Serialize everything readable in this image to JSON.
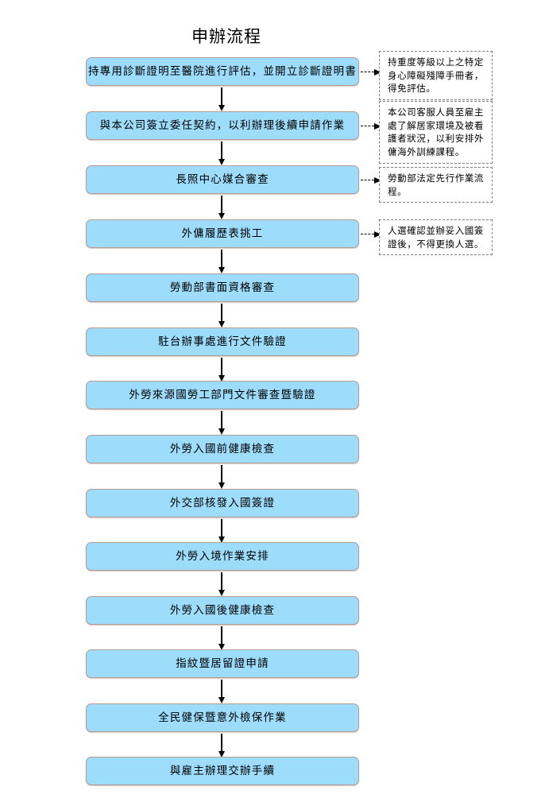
{
  "page": {
    "title": "申辦流程",
    "colors": {
      "box_fill": "#9DDCFB",
      "box_border": "#b79a92",
      "note_border": "#7d7d7d",
      "connector": "#000000",
      "background": "#ffffff",
      "text": "#000000"
    }
  },
  "chart_data": {
    "type": "diagram",
    "title": "申辦流程",
    "orientation": "vertical-top-to-bottom",
    "steps": [
      {
        "index": 1,
        "label": "持專用診斷證明至醫院進行評估，並開立診斷證明書"
      },
      {
        "index": 2,
        "label": "與本公司簽立委任契約，以利辦理後續申請作業"
      },
      {
        "index": 3,
        "label": "長照中心媒合審查"
      },
      {
        "index": 4,
        "label": "外傭履歷表挑工"
      },
      {
        "index": 5,
        "label": "勞動部書面資格審查"
      },
      {
        "index": 6,
        "label": "駐台辦事處進行文件驗證"
      },
      {
        "index": 7,
        "label": "外勞來源國勞工部門文件審查暨驗證"
      },
      {
        "index": 8,
        "label": "外勞入國前健康檢查"
      },
      {
        "index": 9,
        "label": "外交部核發入國簽證"
      },
      {
        "index": 10,
        "label": "外勞入境作業安排"
      },
      {
        "index": 11,
        "label": "外勞入國後健康檢查"
      },
      {
        "index": 12,
        "label": "指紋暨居留證申請"
      },
      {
        "index": 13,
        "label": "全民健保暨意外檢保作業"
      },
      {
        "index": 14,
        "label": "與雇主辦理交辦手續"
      }
    ],
    "notes": [
      {
        "attached_to_step": 1,
        "text": "持重度等級以上之特定身心障礙殘障手冊者，得免評估。"
      },
      {
        "attached_to_step": 2,
        "text": "本公司客服人員至雇主處了解居家環境及被看護者狀況，以利安排外傭海外訓練課程。"
      },
      {
        "attached_to_step": 3,
        "text": "勞動部法定先行作業流程。"
      },
      {
        "attached_to_step": 4,
        "text": "人選確認並辦妥入國簽證後，不得更換人選。"
      }
    ]
  },
  "flow": {
    "boxes": [
      {
        "label": "持專用診斷證明至醫院進行評估，並開立診斷證明書"
      },
      {
        "label": "與本公司簽立委任契約，以利辦理後續申請作業"
      },
      {
        "label": "長照中心媒合審查"
      },
      {
        "label": "外傭履歷表挑工"
      },
      {
        "label": "勞動部書面資格審查"
      },
      {
        "label": "駐台辦事處進行文件驗證"
      },
      {
        "label": "外勞來源國勞工部門文件審查暨驗證"
      },
      {
        "label": "外勞入國前健康檢查"
      },
      {
        "label": "外交部核發入國簽證"
      },
      {
        "label": "外勞入境作業安排"
      },
      {
        "label": "外勞入國後健康檢查"
      },
      {
        "label": "指紋暨居留證申請"
      },
      {
        "label": "全民健保暨意外檢保作業"
      },
      {
        "label": "與雇主辦理交辦手續"
      }
    ],
    "notes": [
      {
        "text": "持重度等級以上之特定身心障礙殘障手冊者，得免評估。"
      },
      {
        "text": "本公司客服人員至雇主處了解居家環境及被看護者狀況，以利安排外傭海外訓練課程。"
      },
      {
        "text": "勞動部法定先行作業流程。"
      },
      {
        "text": "人選確認並辦妥入國簽證後，不得更換人選。"
      }
    ]
  }
}
